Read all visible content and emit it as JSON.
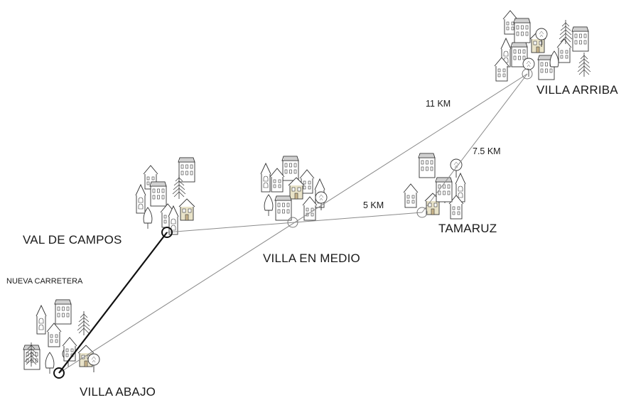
{
  "towns": {
    "villa_arriba": "VILLA ARRIBA",
    "tamaruz": "TAMARUZ",
    "villa_en_medio": "VILLA EN MEDIO",
    "val_de_campos": "VAL DE CAMPOS",
    "villa_abajo": "VILLA ABAJO"
  },
  "distances": {
    "medio_arriba": "11 KM",
    "tamaruz_arriba": "7.5 KM",
    "medio_tamaruz": "5 KM"
  },
  "new_road": "NUEVA CARRETERA",
  "colors": {
    "road": "#8a8a8a",
    "new_road": "#111111",
    "house_accent": "#cbbd9e",
    "house_accent_alt": "#d9d3a8"
  }
}
